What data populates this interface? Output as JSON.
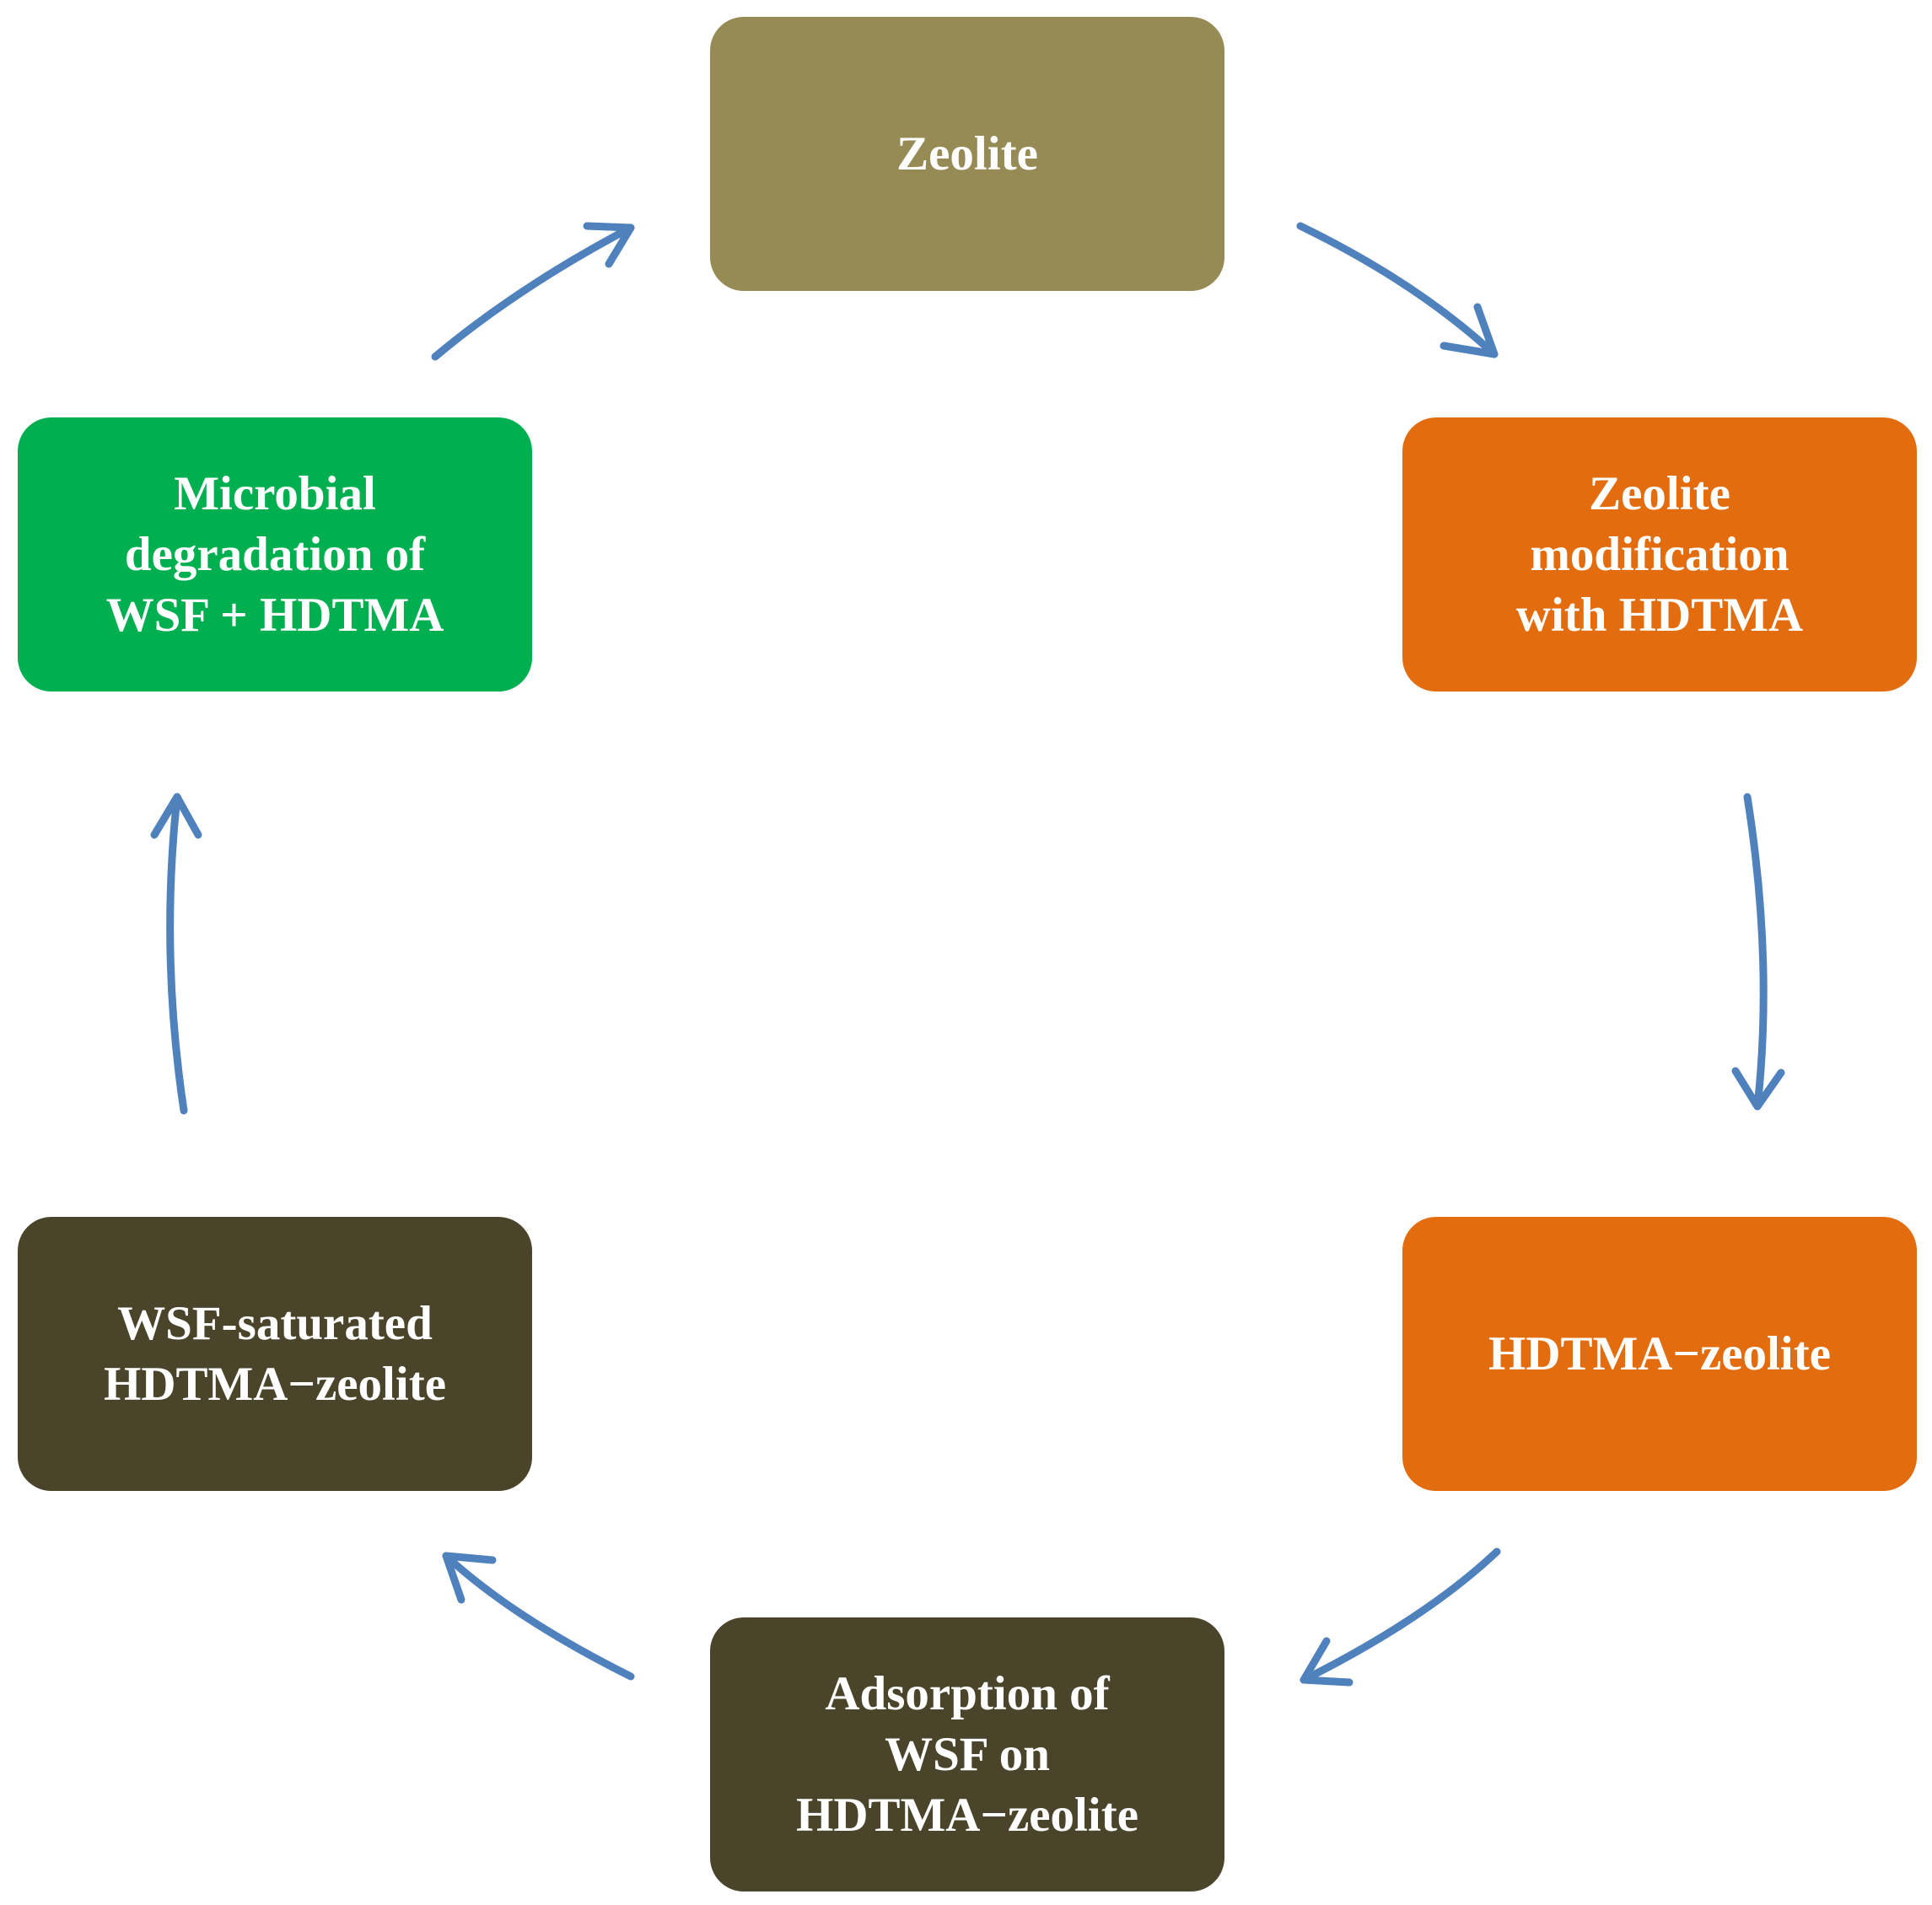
{
  "diagram": {
    "type": "cycle",
    "arrow_color": "#4f81bd",
    "nodes": [
      {
        "id": "zeolite",
        "label": "Zeolite",
        "color": "#968a55"
      },
      {
        "id": "modification",
        "label": "Zeolite\nmodification\nwith  HDTMA",
        "color": "#e36c0e"
      },
      {
        "id": "hdtma_zeolite",
        "label": "HDTMA−zeolite",
        "color": "#e36c0e"
      },
      {
        "id": "adsorption",
        "label": "Adsorption  of\nWSF on\nHDTMA−zeolite",
        "color": "#4a442b"
      },
      {
        "id": "saturated",
        "label": "WSF-saturated\nHDTMA−zeolite",
        "color": "#4a442b"
      },
      {
        "id": "microbial",
        "label": "Microbial\ndegradation  of\nWSF + HDTMA",
        "color": "#00b050"
      }
    ],
    "edges": [
      {
        "from": "zeolite",
        "to": "modification"
      },
      {
        "from": "modification",
        "to": "hdtma_zeolite"
      },
      {
        "from": "hdtma_zeolite",
        "to": "adsorption"
      },
      {
        "from": "adsorption",
        "to": "saturated"
      },
      {
        "from": "saturated",
        "to": "microbial"
      },
      {
        "from": "microbial",
        "to": "zeolite"
      }
    ]
  }
}
